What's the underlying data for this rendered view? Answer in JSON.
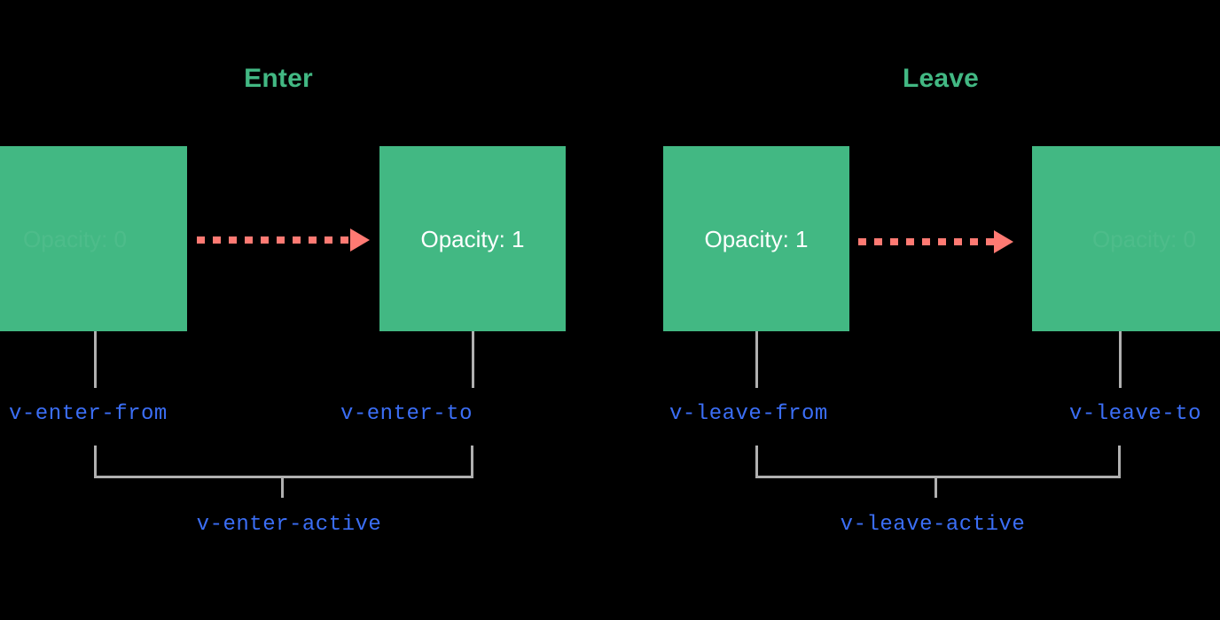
{
  "diagram": {
    "background_color": "#000000",
    "accent_green": "#42b883",
    "accent_coral": "#ff7a73",
    "accent_blue": "#3b6ef5",
    "line_gray": "#b0b0b0",
    "sections": [
      {
        "id": "enter",
        "title": "Enter",
        "from_box_label": "Opacity: 0",
        "to_box_label": "Opacity: 1",
        "from_class": "v-enter-from",
        "to_class": "v-enter-to",
        "active_class": "v-enter-active",
        "arrow": "dashed-arrow-right"
      },
      {
        "id": "leave",
        "title": "Leave",
        "from_box_label": "Opacity: 1",
        "to_box_label": "Opacity: 0",
        "from_class": "v-leave-from",
        "to_class": "v-leave-to",
        "active_class": "v-leave-active",
        "arrow": "dashed-arrow-right"
      }
    ]
  }
}
